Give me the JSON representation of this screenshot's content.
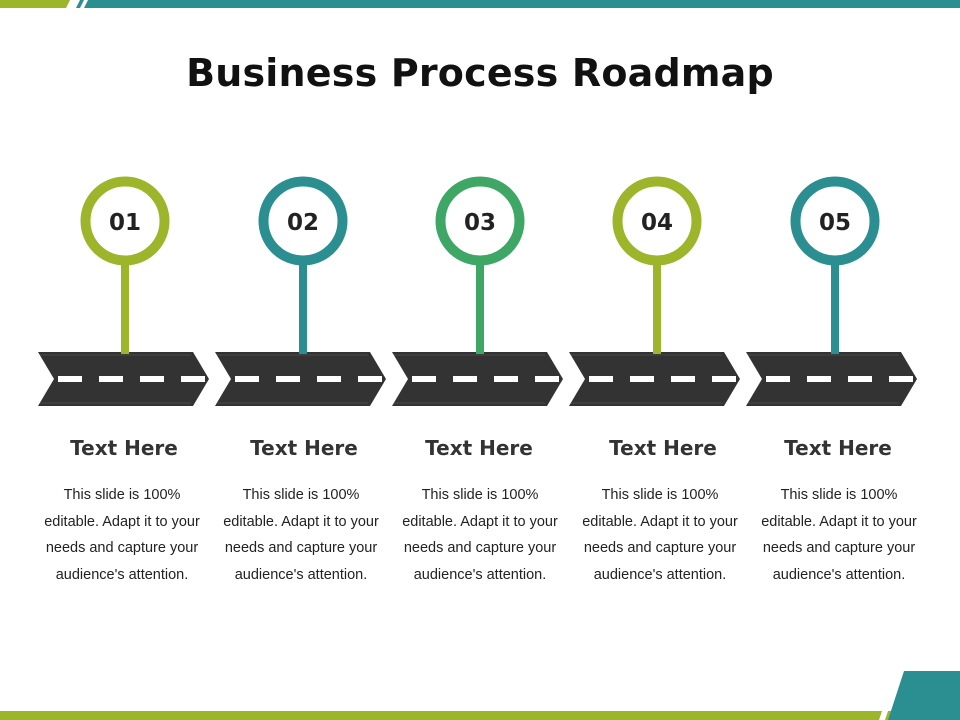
{
  "title": "Business Process Roadmap",
  "colors": {
    "lime": "#9cb52b",
    "teal": "#2b8f92",
    "green": "#3ea765",
    "road": "#333333",
    "dash": "#ffffff"
  },
  "steps": [
    {
      "number": "01",
      "heading": "Text Here",
      "body": "This slide is 100% editable. Adapt it to your needs and capture your audience's attention.",
      "color": "#9cb52b"
    },
    {
      "number": "02",
      "heading": "Text Here",
      "body": "This slide is 100% editable. Adapt it to your needs and capture your audience's attention.",
      "color": "#2b8f92"
    },
    {
      "number": "03",
      "heading": "Text Here",
      "body": "This slide is 100% editable. Adapt it to your needs and capture your audience's attention.",
      "color": "#3ea765"
    },
    {
      "number": "04",
      "heading": "Text Here",
      "body": "This slide is 100% editable. Adapt it to your needs and capture your audience's attention.",
      "color": "#9cb52b"
    },
    {
      "number": "05",
      "heading": "Text Here",
      "body": "This slide is 100% editable. Adapt it to your needs and capture your audience's attention.",
      "color": "#2b8f92"
    }
  ]
}
